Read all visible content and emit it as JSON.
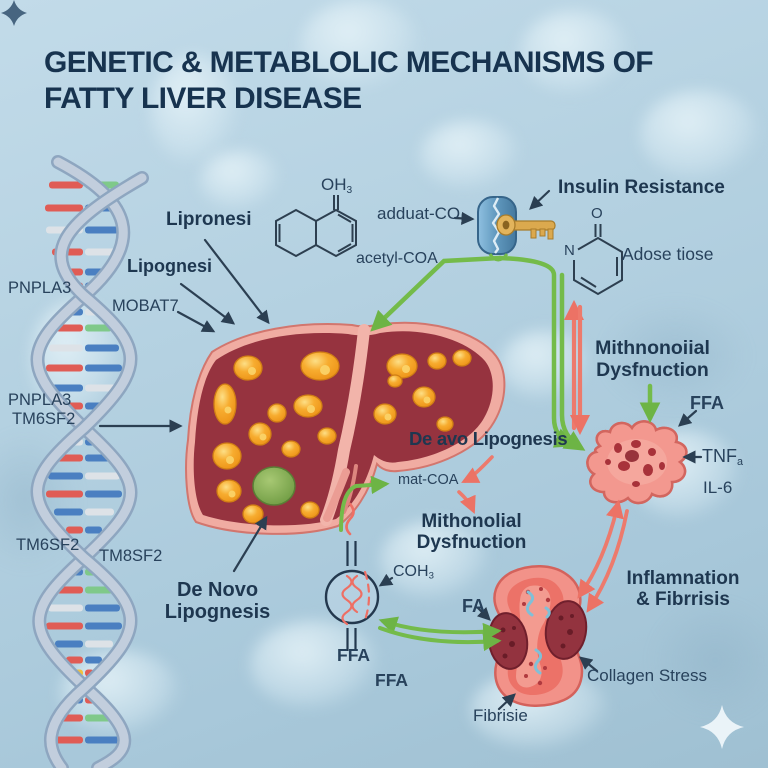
{
  "title": {
    "line1": "GENETIC & METABLOLIC MECHANISMS OF",
    "line2": "FATTY LIVER DISEASE"
  },
  "genes": {
    "pnpla3_a": "PNPLA3",
    "pnpla3_b": "PNPLA3",
    "tm6sf2_b": "TM6SF2",
    "tm6sf2_c": "TM6SF2",
    "tm8sf2": "TM8SF2"
  },
  "labels": {
    "lipronesi": "Lipronesi",
    "lipognesi": "Lipognesi",
    "mobat7": "MOBAT7"
  },
  "chem": {
    "oh_base": "OH",
    "oh_sub": "3",
    "adduat_co": "adduat-CO",
    "acetyl_coa": "acetyl-COA",
    "ring_o": "O",
    "ring_n": "N",
    "adose_tiose": "Adose tiose",
    "mat_coa": "mat-COA",
    "coh_base": "COH",
    "coh_sub": "3"
  },
  "nodes": {
    "insulin_resistance": "Insulin Resistance",
    "mith_right_1": "Mithnonoiial",
    "mith_right_2": "Dysfnuction",
    "ffa_right": "FFA",
    "tnf_base": "TNF",
    "tnf_sub": "a",
    "il6": "IL-6",
    "de_avo": "De avo Lipognesis",
    "mith_mid_1": "Mithonolial",
    "mith_mid_2": "Dysfnuction",
    "de_novo_1": "De Novo",
    "de_novo_2": "Lipognesis",
    "ffa_a": "FFA",
    "ffa_b": "FFA",
    "fa": "FA",
    "inflam_1": "Inflamnation",
    "inflam_2": "& Fibrrisis",
    "collagen": "Collagen Stress",
    "fibrisie": "Fibrisie"
  },
  "icons": {
    "receptor_lock_key": "lock-and-key",
    "sparkle_bottom_right": "four-point-sparkle",
    "sparkle_top_left": "four-point-sparkle"
  },
  "colors": {
    "ink": "#28425c",
    "arrow_green": "#74bb4a",
    "arrow_red": "#ed7a6c",
    "liver_interior": "#96333f",
    "fat_droplet": "#f5a82d",
    "lock_blue": "#5f97bd",
    "key_gold": "#dba94e"
  }
}
